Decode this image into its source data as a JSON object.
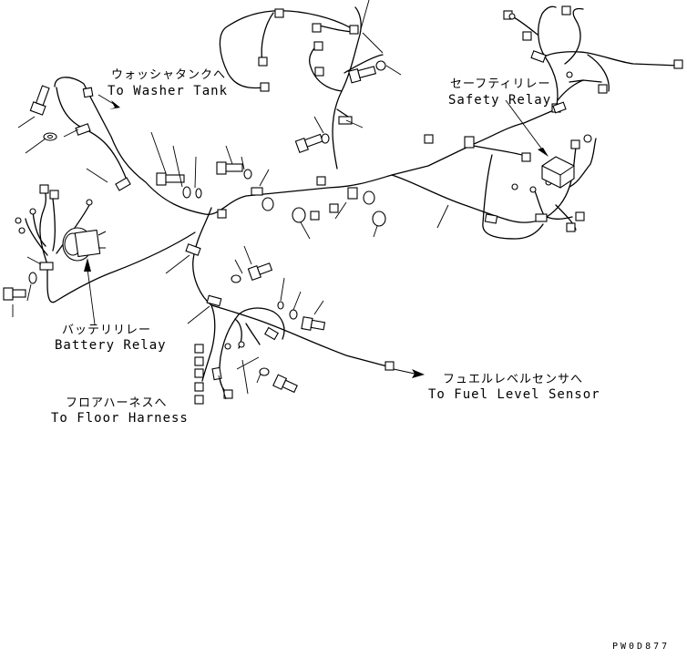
{
  "labels": {
    "washer_tank_jp": "ウォッシャタンクへ",
    "washer_tank_en": "To Washer Tank",
    "safety_relay_jp": "セーフティリレー",
    "safety_relay_en": "Safety Relay",
    "battery_relay_jp": "バッテリリレー",
    "battery_relay_en": "Battery Relay",
    "floor_harness_jp": "フロアハーネスへ",
    "floor_harness_en": "To Floor Harness",
    "fuel_level_jp": "フュエルレベルセンサへ",
    "fuel_level_en": "To Fuel Level Sensor"
  },
  "drawing_code": "PW0D877"
}
